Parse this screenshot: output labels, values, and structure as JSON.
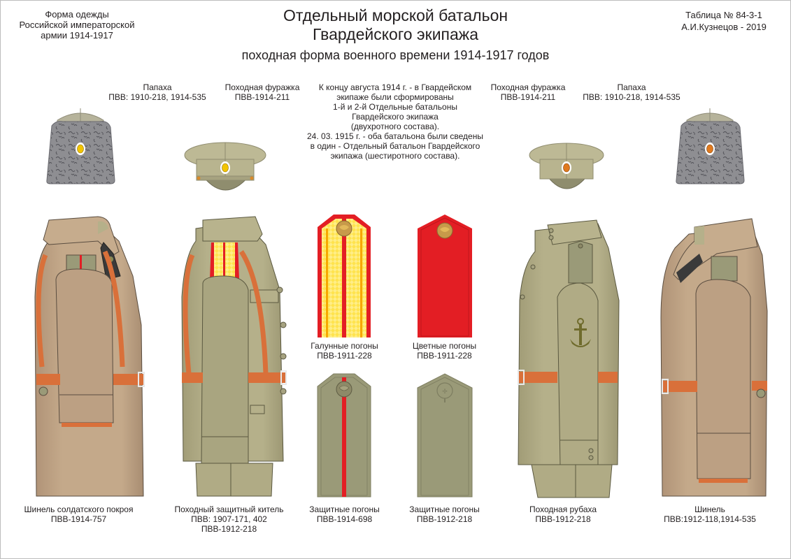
{
  "header": {
    "left_caption": [
      "Форма одежды",
      "Российской императорской",
      "армии  1914-1917"
    ],
    "title_line1": "Отдельный морской батальон",
    "title_line2": "Гвардейского экипажа",
    "subtitle": "походная форма военного времени 1914-1917 годов",
    "table_number": "Таблица № 84-3-1",
    "author": "А.И.Кузнецов - 2019"
  },
  "headwear": [
    {
      "id": "papakha-left",
      "lines": [
        "Папаха",
        "ПВВ: 1910-218, 1914-535"
      ],
      "cockade_color": "#f2c400"
    },
    {
      "id": "cap-left",
      "lines": [
        "Походная фуражка",
        "ПВВ-1914-211"
      ],
      "cockade_color": "#f2c400"
    },
    {
      "id": "cap-right",
      "lines": [
        "Походная фуражка",
        "ПВВ-1914-211"
      ],
      "cockade_color": "#e07a1f"
    },
    {
      "id": "papakha-right",
      "lines": [
        "Папаха",
        "ПВВ: 1910-218, 1914-535"
      ],
      "cockade_color": "#e07a1f"
    }
  ],
  "history_note": [
    "К концу августа 1914 г. - в Гвардейском",
    "экипаже были сформированы",
    "1-й и 2-й Отдельные батальоны",
    "Гвардейского экипажа",
    "(двухротного состава).",
    "24. 03. 1915 г. - оба батальона были сведены",
    "в один - Отдельный батальон Гвардейского",
    "экипажа (шестиротного состава)."
  ],
  "shoulder_boards": [
    {
      "id": "galloon",
      "lines": [
        "Галунные погоны",
        "ПВВ-1911-228"
      ],
      "color": "#e31e24",
      "accent": "#ffe34d"
    },
    {
      "id": "colored",
      "lines": [
        "Цветные погоны",
        "ПВВ-1911-228"
      ],
      "color": "#e31e24"
    },
    {
      "id": "protective-1914",
      "lines": [
        "Защитные погоны",
        "ПВВ-1914-698"
      ],
      "color": "#9a9a78",
      "accent": "#e31e24"
    },
    {
      "id": "protective-1912",
      "lines": [
        "Защитные  погоны",
        "ПВВ-1912-218"
      ],
      "color": "#9a9a78"
    }
  ],
  "garments": [
    {
      "id": "greatcoat-soldier",
      "lines": [
        "Шинель солдатского покроя",
        "ПВВ-1914-757"
      ],
      "color": "#c4a98a"
    },
    {
      "id": "field-tunic",
      "lines": [
        "Походный защитный китель",
        "ПВВ: 1907-171, 402",
        "ПВВ-1912-218"
      ],
      "color": "#b5b08a"
    },
    {
      "id": "field-shirt",
      "lines": [
        "Походная рубаха",
        "ПВВ-1912-218"
      ],
      "color": "#b5b08a"
    },
    {
      "id": "greatcoat",
      "lines": [
        "Шинель",
        "ПВВ:1912-118,1914-535"
      ],
      "color": "#c4a98a"
    }
  ],
  "colors": {
    "belt": "#d9703a",
    "greatcoat": "#c4a98a",
    "khaki": "#b5b08a",
    "khaki_dark": "#9a9a78",
    "astrakhan": "#8e8e92",
    "red": "#e31e24",
    "gold": "#ffe34d",
    "outline": "#4a4a40"
  }
}
